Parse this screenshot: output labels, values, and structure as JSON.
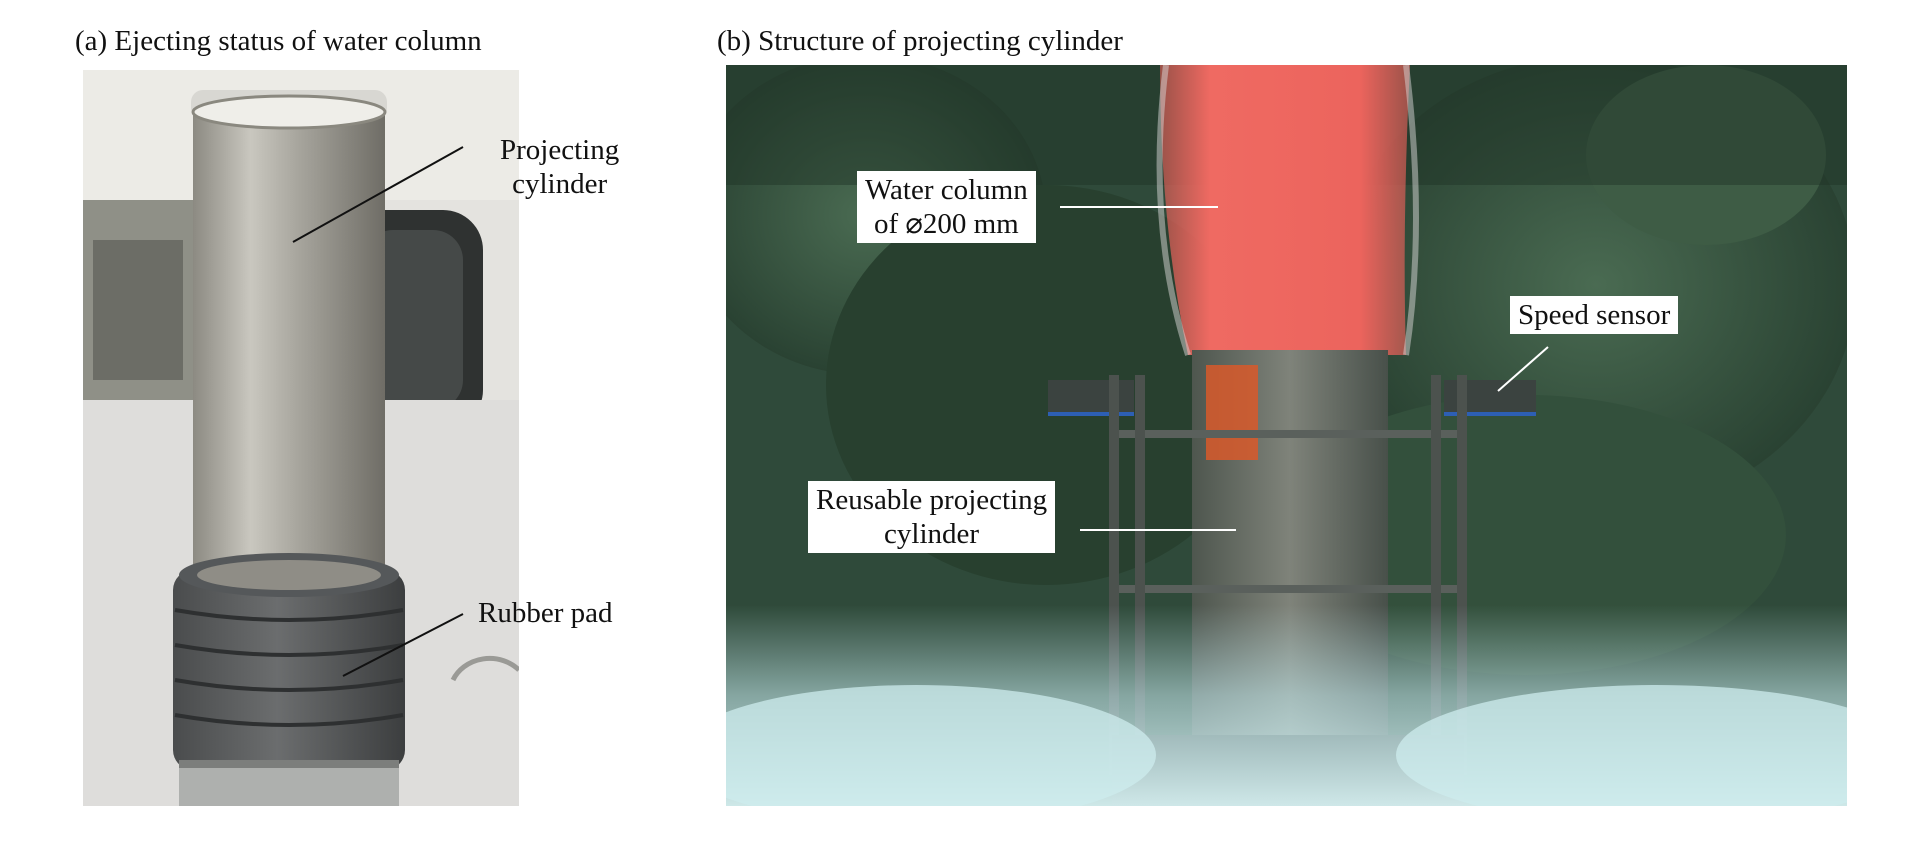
{
  "captions": {
    "a": "(a) Ejecting status of water column",
    "b": "(b) Structure of projecting cylinder"
  },
  "panel_a": {
    "labels": {
      "projecting_cylinder_line1": "Projecting",
      "projecting_cylinder_line2": "cylinder",
      "rubber_pad": "Rubber pad"
    }
  },
  "panel_b": {
    "labels": {
      "water_column_line1": "Water column",
      "water_column_line2": "of  ⌀200 mm",
      "speed_sensor": "Speed sensor",
      "reusable_line1": "Reusable projecting",
      "reusable_line2": "cylinder"
    }
  },
  "colors": {
    "water_column": "#e8605a",
    "foliage": "#2f4a3a",
    "mist": "#bfe3e6",
    "steel": "#9a9a92"
  }
}
